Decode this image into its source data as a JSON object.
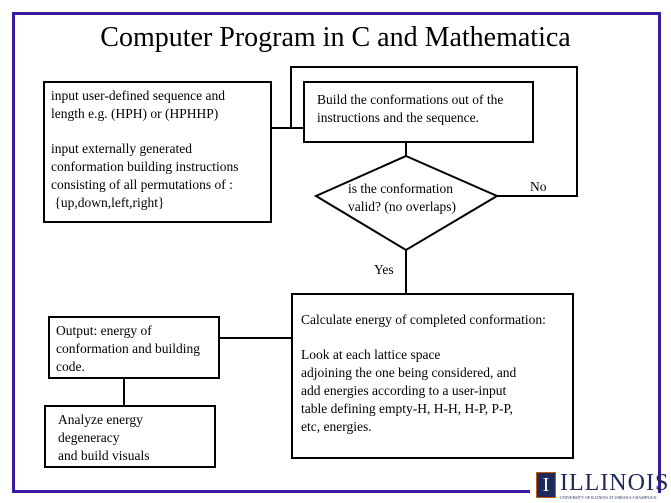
{
  "title": "Computer Program in C and Mathematica",
  "input_box": {
    "line1": "input user-defined sequence  and",
    "line2": "length e.g. (HPH) or (HPHHP)",
    "line3": "input externally generated",
    "line4": "conformation building instructions",
    "line5": "consisting of all permutations of  :",
    "line6": " {up,down,left,right}"
  },
  "build_box": {
    "line1": "Build the conformations out of the",
    "line2": "instructions and the sequence."
  },
  "decision": {
    "line1": "is the conformation",
    "line2": "valid? (no overlaps)"
  },
  "no_label": "No",
  "yes_label": "Yes",
  "energy_box": {
    "line1": "Calculate energy of completed conformation:",
    "line2": "Look at each lattice space",
    "line3": "adjoining the one being considered, and",
    "line4": "add energies according to a user-input",
    "line5": "table defining empty-H, H-H, H-P, P-P,",
    "line6": "etc, energies."
  },
  "output_box": {
    "line1": "Output: energy of",
    "line2": "conformation and building",
    "line3": "code."
  },
  "analyze_box": {
    "line1": "Analyze energy",
    "line2": "degeneracy",
    "line3": "and build visuals"
  },
  "logo": {
    "word": "ILLINOIS",
    "mark": "I",
    "sub": "UNIVERSITY OF ILLINOIS AT URBANA-CHAMPAIGN"
  },
  "colors": {
    "frame": "#3a1a9e",
    "logo": "#1f2a5c",
    "logo_accent": "#c55a11"
  }
}
